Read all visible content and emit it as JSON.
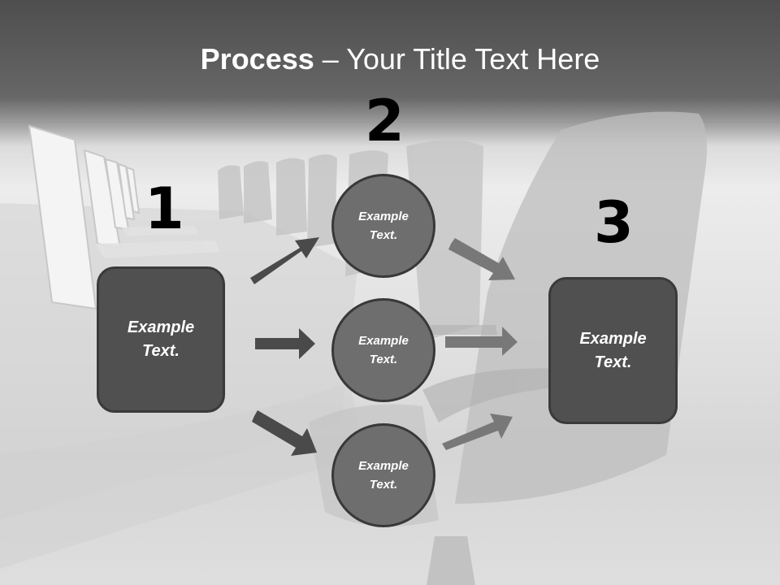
{
  "slide": {
    "title_bold": "Process",
    "title_rest": " – Your Title Text Here",
    "colors": {
      "header_dark": "#4e4e4e",
      "box_fill": "#505050",
      "box_border": "#3a3a3a",
      "circle_fill": "#6e6e6e",
      "circle_border": "#383838",
      "arrow_left": "#4a4a4a",
      "arrow_right": "#777777"
    },
    "steps": [
      {
        "number": "1",
        "label_line1": "Example",
        "label_line2": "Text."
      },
      {
        "number": "2"
      },
      {
        "number": "3",
        "label_line1": "Example",
        "label_line2": "Text."
      }
    ],
    "circles": [
      {
        "label_line1": "Example",
        "label_line2": "Text."
      },
      {
        "label_line1": "Example",
        "label_line2": "Text."
      },
      {
        "label_line1": "Example",
        "label_line2": "Text."
      }
    ]
  }
}
